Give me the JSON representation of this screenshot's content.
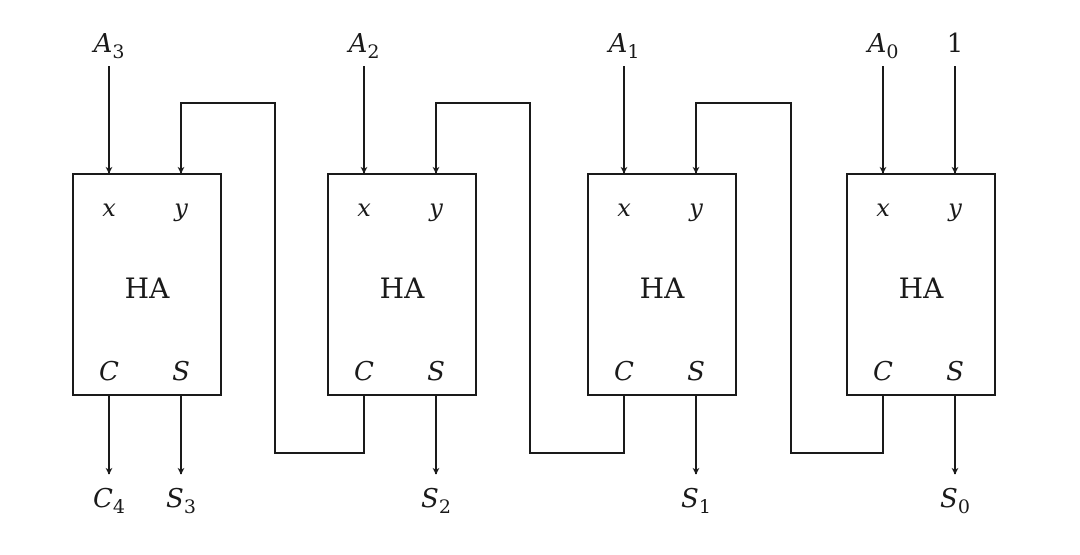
{
  "diagram": {
    "title": "4-bit incrementer using half adders",
    "block_label": "HA",
    "port_labels": {
      "x": "x",
      "y": "y",
      "carry": "C",
      "sum": "S"
    },
    "blocks": [
      {
        "id": "ha3",
        "input_x": {
          "base": "A",
          "sub": "3"
        },
        "input_y_from": "ha2.C",
        "carry_out": {
          "base": "C",
          "sub": "4"
        },
        "sum_out": {
          "base": "S",
          "sub": "3"
        }
      },
      {
        "id": "ha2",
        "input_x": {
          "base": "A",
          "sub": "2"
        },
        "input_y_from": "ha1.C",
        "carry_out_to": "ha3.y",
        "sum_out": {
          "base": "S",
          "sub": "2"
        }
      },
      {
        "id": "ha1",
        "input_x": {
          "base": "A",
          "sub": "1"
        },
        "input_y_from": "ha0.C",
        "carry_out_to": "ha2.y",
        "sum_out": {
          "base": "S",
          "sub": "1"
        }
      },
      {
        "id": "ha0",
        "input_x": {
          "base": "A",
          "sub": "0"
        },
        "input_y_const": "1",
        "carry_out_to": "ha1.y",
        "sum_out": {
          "base": "S",
          "sub": "0"
        }
      }
    ]
  }
}
